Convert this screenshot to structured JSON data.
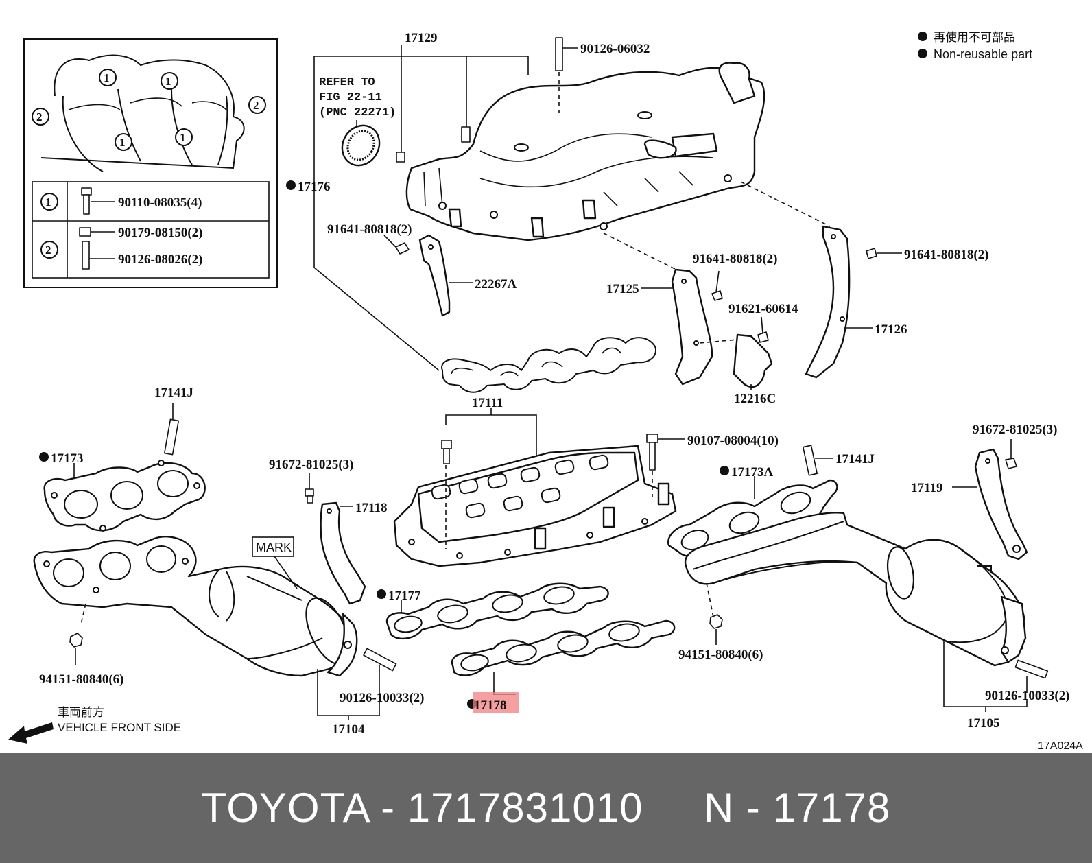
{
  "legend": {
    "line1": "再使用不可部品",
    "line2": "Non-reusable part"
  },
  "inset": {
    "row1_bolt": "90110-08035(4)",
    "row2_nut": "90179-08150(2)",
    "row2_stud": "90126-08026(2)",
    "marker1": "1",
    "marker2": "2"
  },
  "refer": {
    "line1": "REFER TO",
    "line2": "FIG 22-11",
    "line3": "(PNC 22271)"
  },
  "labels": {
    "p17129": "17129",
    "p90126_06032": "90126-06032",
    "p17176": "17176",
    "p91641_a": "91641-80818(2)",
    "p22267A": "22267A",
    "p91641_b": "91641-80818(2)",
    "p91641_c": "91641-80818(2)",
    "p17125": "17125",
    "p91621": "91621-60614",
    "p17126": "17126",
    "p12216C": "12216C",
    "p17141J_l": "17141J",
    "p17173": "17173",
    "p17111": "17111",
    "p90107": "90107-08004(10)",
    "p17141J_r": "17141J",
    "p91672_l": "91672-81025(3)",
    "p91672_r": "91672-81025(3)",
    "p17118": "17118",
    "p17173A": "17173A",
    "p17119": "17119",
    "mark": "MARK",
    "p17177": "17177",
    "p94151_l": "94151-80840(6)",
    "p94151_r": "94151-80840(6)",
    "p90126_l": "90126-10033(2)",
    "p90126_r": "90126-10033(2)",
    "p17178": "17178",
    "p17104": "17104",
    "p17105": "17105",
    "front_jp": "車両前方",
    "front_en": "VEHICLE FRONT SIDE",
    "fig_code": "17A024A"
  },
  "highlight_color": "#f08080",
  "footer": {
    "text": "TOYOTA - 1717831010     N - 17178",
    "bg": "#666666"
  }
}
